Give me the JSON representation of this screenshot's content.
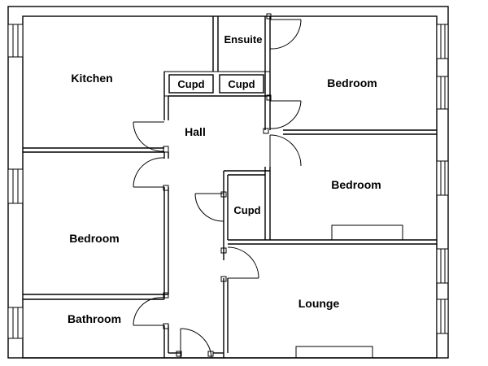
{
  "rooms": {
    "kitchen": "Kitchen",
    "ensuite": "Ensuite",
    "cupd_1": "Cupd",
    "cupd_2": "Cupd",
    "bedroom_top_right": "Bedroom",
    "hall": "Hall",
    "bedroom_middle_right": "Bedroom",
    "cupd_3": "Cupd",
    "bedroom_left": "Bedroom",
    "lounge": "Lounge",
    "bathroom": "Bathroom"
  }
}
